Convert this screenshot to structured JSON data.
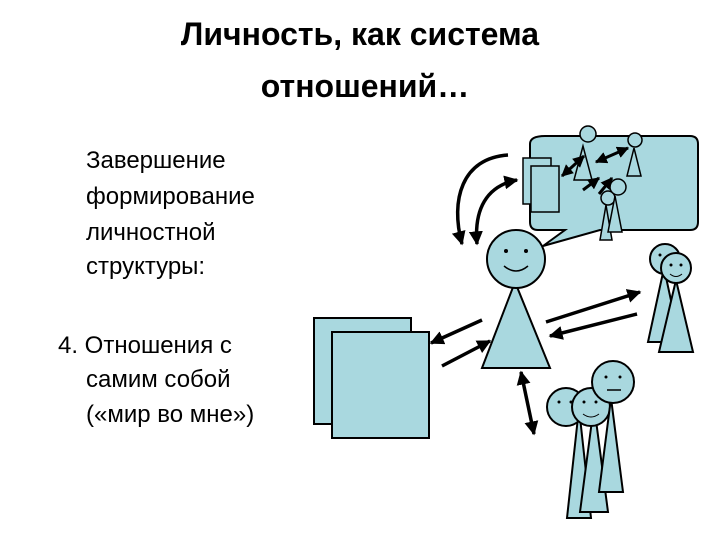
{
  "slide": {
    "title_line1": "Личность, как система",
    "title_line2": "отношений…",
    "paragraph_lines": [
      "Завершение",
      "формирование",
      "личностной",
      "структуры:"
    ],
    "item_first_line": "4. Отношения с",
    "item_lines": [
      "самим собой",
      "(«мир во мне»)"
    ]
  },
  "colors": {
    "figure_fill": "#a9d8df",
    "stroke": "#000000",
    "background": "#ffffff"
  }
}
